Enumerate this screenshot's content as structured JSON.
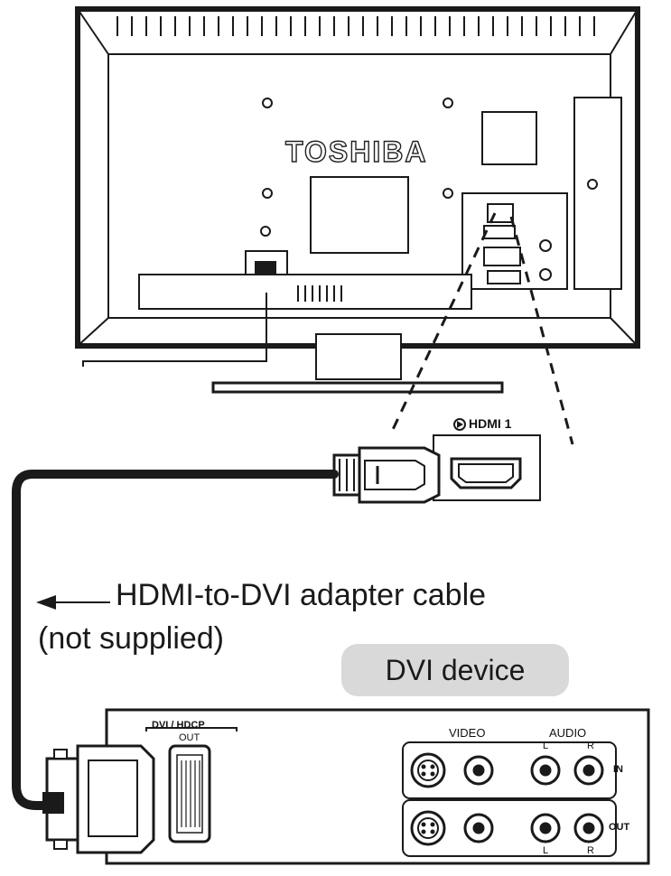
{
  "tv": {
    "brand": "TOSHIBA"
  },
  "hdmi_panel": {
    "port_label": "HDMI 1"
  },
  "cable": {
    "label_line1": "HDMI-to-DVI adapter cable",
    "label_line2": "(not supplied)"
  },
  "device": {
    "name": "DVI device",
    "dvi_port": {
      "label_line1": "DVI / HDCP",
      "label_line2": "OUT"
    },
    "video_label": "VIDEO",
    "audio_label": "AUDIO",
    "in_label": "IN",
    "out_label": "OUT",
    "left_channel": "L",
    "right_channel": "R"
  },
  "colors": {
    "line": "#1a1a1a",
    "badge": "#d9d9d9",
    "panel": "#ffffff"
  }
}
